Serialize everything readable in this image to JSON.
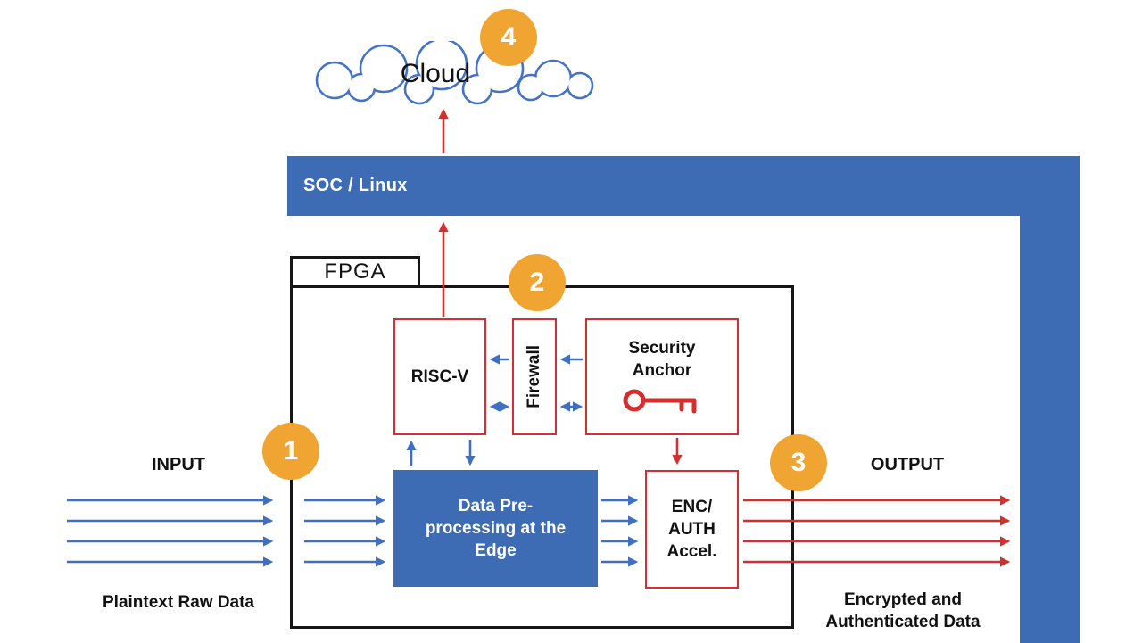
{
  "colors": {
    "bar_blue": "#3D6BB4",
    "arrow_blue": "#3F6FC1",
    "red": "#D22F2F",
    "badge_orange": "#F0A431",
    "outline_black": "#151515"
  },
  "cloud": {
    "label": "Cloud"
  },
  "soc_bar": {
    "label": "SOC / Linux"
  },
  "fpga": {
    "label": "FPGA"
  },
  "badges": [
    {
      "label": "1"
    },
    {
      "label": "2"
    },
    {
      "label": "3"
    },
    {
      "label": "4"
    }
  ],
  "blocks": {
    "riscv": {
      "label": "RISC-V"
    },
    "firewall": {
      "label": "Firewall"
    },
    "security_anchor": {
      "lines": [
        "Security",
        "Anchor"
      ],
      "icon": "key-icon"
    },
    "data_preprocessing": {
      "lines": [
        "Data Pre-",
        "processing at the",
        "Edge"
      ]
    },
    "enc_auth": {
      "lines": [
        "ENC/",
        "AUTH",
        "Accel."
      ]
    }
  },
  "io": {
    "input_label": "INPUT",
    "output_label": "OUTPUT",
    "input_caption": "Plaintext Raw Data",
    "output_caption_lines": [
      "Encrypted and",
      "Authenticated Data"
    ]
  }
}
